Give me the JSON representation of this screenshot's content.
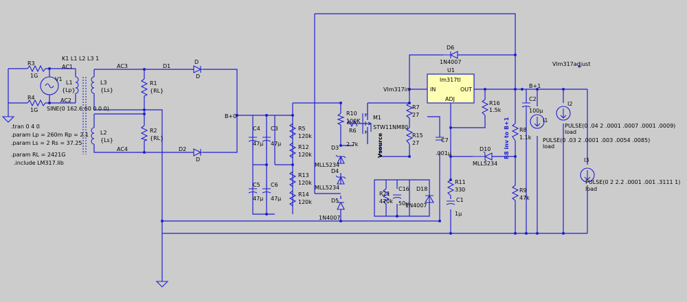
{
  "directives": {
    "tran": ".tran 0 4 0",
    "param_lp": ".param Lp = 260m Rp = 2.1",
    "param_ls": ".param Ls = 2 Rs = 37.25",
    "param_rl": ".param RL = 2421G",
    "include": ".include LM317.lib",
    "coupling": "K1 L1 L2 L3  1"
  },
  "source": {
    "name": "V1",
    "value": "SINE(0 162.6 60 0 0 0)"
  },
  "nets": {
    "ac1": "AC1",
    "ac2": "AC2",
    "ac3": "AC3",
    "ac4": "AC4",
    "d1": "D1",
    "d2": "D2",
    "b0": "B+0",
    "b1": "B+1",
    "vsource": "Vsource",
    "vlm_in": "Vlm317in",
    "vlm_adj": "Vlm317adjust",
    "r8_note": "R8 inv to B+1"
  },
  "ic": {
    "ref": "U1",
    "part": "lm317tl",
    "pin_in": "IN",
    "pin_out": "OUT",
    "pin_adj": "ADJ"
  },
  "mosfet": {
    "ref": "M1",
    "part": "STW11NM80"
  },
  "components": {
    "r3": "R3",
    "r3_val": "1G",
    "r4": "R4",
    "r4_val": "1G",
    "l1": "L1",
    "l1_val": "{Lp}",
    "l3": "L3",
    "l3_val": "{Ls}",
    "l2": "L2",
    "l2_val": "{Ls}",
    "r1": "R1",
    "r1_val": "{RL}",
    "r2": "R2",
    "r2_val": "{RL}",
    "d1_part": "D",
    "d2_part": "D",
    "c4": "C4",
    "c4_val": "47µ",
    "c3": "C3",
    "c3_val": "47µ",
    "c5": "C5",
    "c5_val": "47µ",
    "c6": "C6",
    "c6_val": "47µ",
    "r5": "R5",
    "r5_val": "120k",
    "r12": "R12",
    "r12_val": "120k",
    "r13": "R13",
    "r13_val": "120k",
    "r14": "R14",
    "r14_val": "120k",
    "r10": "R10",
    "r10_val": "100K",
    "r6": "R6",
    "r6_val": "2.7k",
    "d3": "D3",
    "d3_part": "MLL5234",
    "d4": "D4",
    "d4_part": "MLL5234",
    "d5": "D5",
    "d5_part": "1N4007",
    "r21": "R21",
    "r21_val": "470k",
    "c16": "C16",
    "c16_val": "50µ",
    "d18": "D18",
    "d18_part": "1N4007",
    "r7": "R7",
    "r7_val": "27",
    "r15": "R15",
    "r15_val": "27",
    "c7": "C7",
    "c7_val": ".001µ",
    "r11": "R11",
    "r11_val": "330",
    "c1": "C1",
    "c1_val": "1µ",
    "d6": "D6",
    "d6_part": "1N4007",
    "r16": "R16",
    "r16_val": "1.5k",
    "d10": "D10",
    "d10_part": "MLL5234",
    "r8": "R8",
    "r8_val": "1.1k",
    "r9": "R9",
    "r9_val": "47k",
    "c2": "C2",
    "c2_val": "100µ",
    "i1": "I1",
    "i1_val": "PULSE(0 .03 2 .0001 .003 .0054 .0085)",
    "i1_load": "load",
    "i2": "I2",
    "i2_val": "PULSE(0 .04 2 .0001 .0007 .0001 .0009)",
    "i2_load": "load",
    "i3": "I3",
    "i3_val": "PULSE(0 2 2.2 .0001 .001 .3111 1)",
    "i3_load": "load"
  }
}
